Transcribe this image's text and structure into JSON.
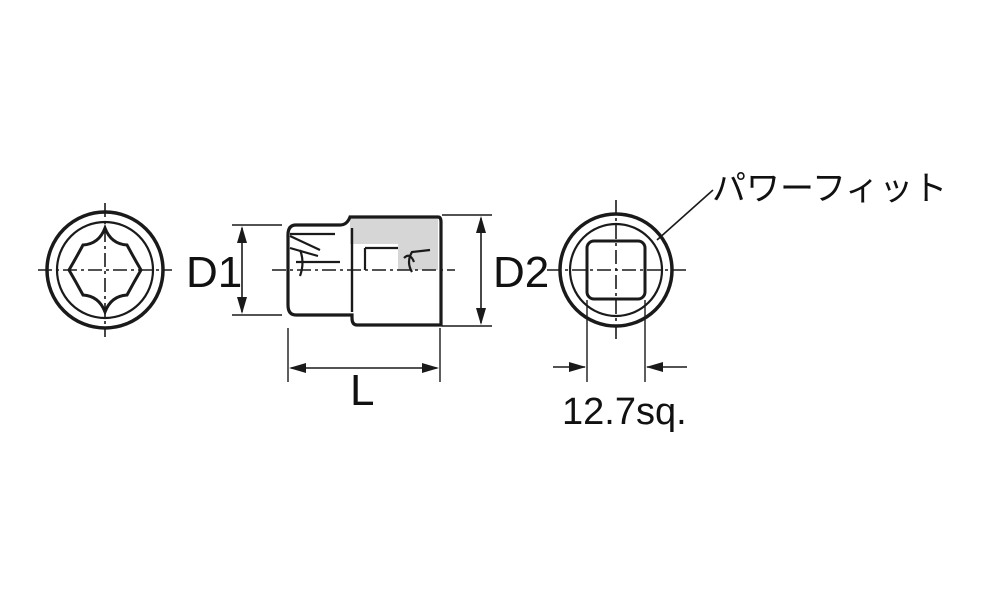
{
  "labels": {
    "d1": "D1",
    "d2": "D2",
    "length": "L",
    "drive_size": "12.7sq.",
    "callout": "パワーフィット"
  },
  "colors": {
    "line": "#1a1a1a",
    "highlight": "#d6d6d6",
    "background": "#ffffff"
  }
}
